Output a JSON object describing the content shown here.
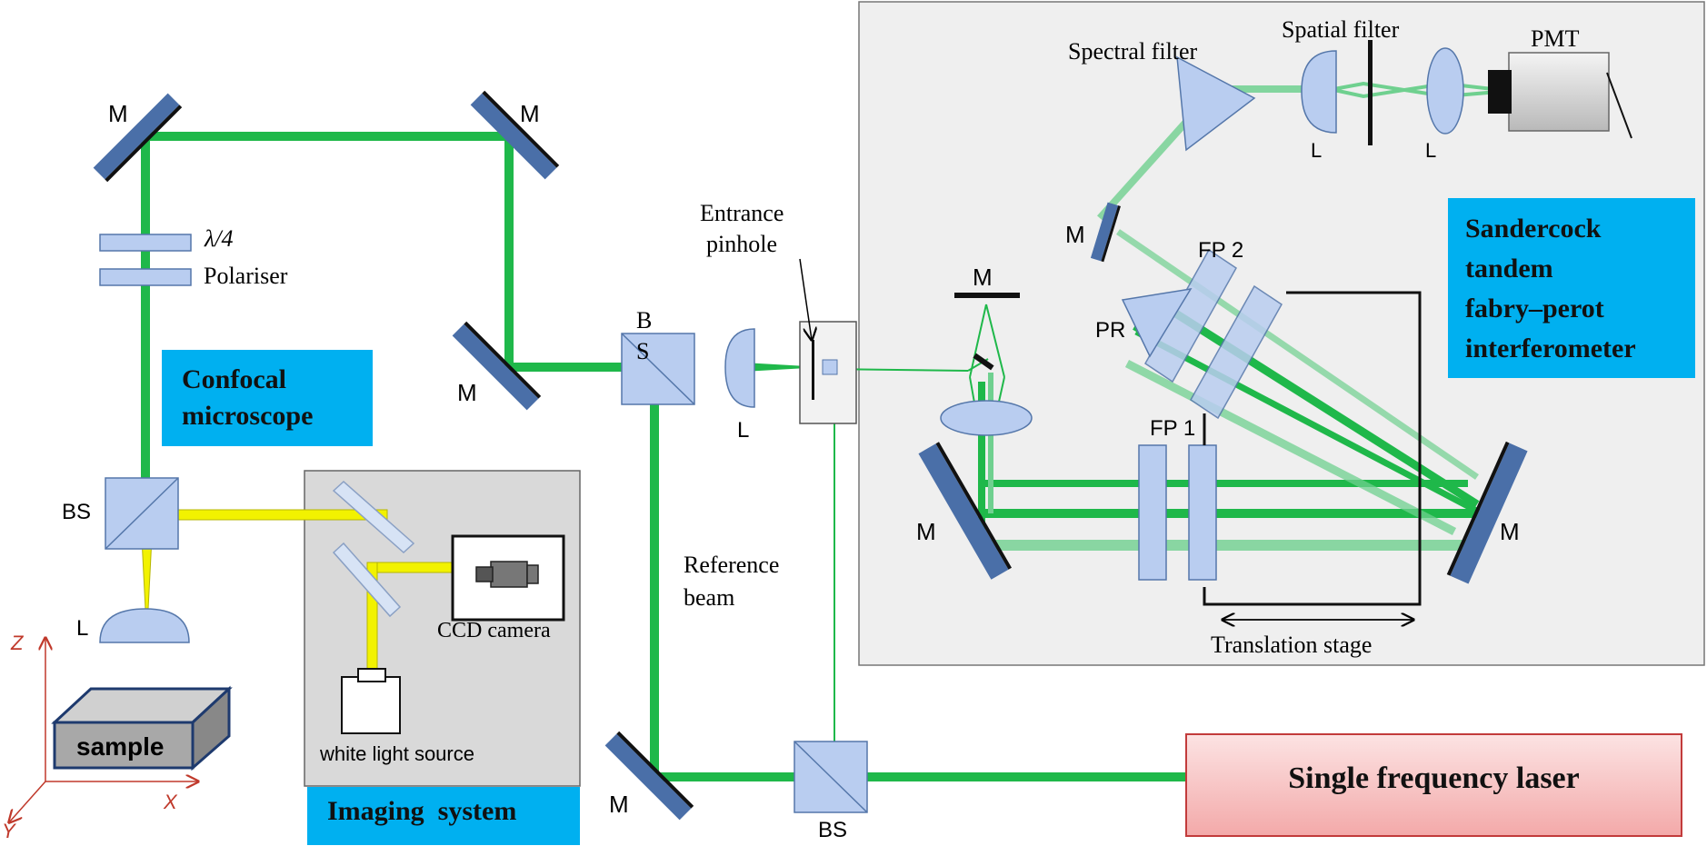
{
  "labels": {
    "mirror": "M",
    "bs": "BS",
    "bs_split_b": "B",
    "bs_split_s": "S",
    "lens": "L",
    "lambda4": "λ/4",
    "polariser": "Polariser",
    "sample": "sample",
    "ccd_camera": "CCD camera",
    "white_light": "white light source",
    "entrance_pinhole_1": "Entrance",
    "entrance_pinhole_2": "pinhole",
    "reference_beam_1": "Reference",
    "reference_beam_2": "beam",
    "spectral_filter": "Spectral filter",
    "spatial_filter": "Spatial filter",
    "pmt": "PMT",
    "fp1": "FP 1",
    "fp2": "FP 2",
    "pr": "PR",
    "translation_stage": "Translation stage",
    "axis_z": "Z",
    "axis_x": "X",
    "axis_y": "Y"
  },
  "boxes": {
    "confocal": [
      "Confocal",
      "microscope"
    ],
    "imaging": "Imaging  system",
    "sandercock": [
      "Sandercock",
      "tandem",
      "fabry–perot",
      "interferometer"
    ],
    "laser": "Single frequency laser"
  },
  "colors": {
    "beam_green": "#1fb84a",
    "beam_light_green": "#6fd08f",
    "beam_yellow": "#f2f200",
    "mirror_blue": "#4a6fa8",
    "optic_fill": "#b9cdf0",
    "optic_stroke": "#5577aa",
    "label_box": "#00b0f0",
    "laser_fill": "#f7c4c4",
    "panel_grey": "#efefef",
    "imaging_grey": "#d9d9d9",
    "axis_red": "#c0392b"
  }
}
